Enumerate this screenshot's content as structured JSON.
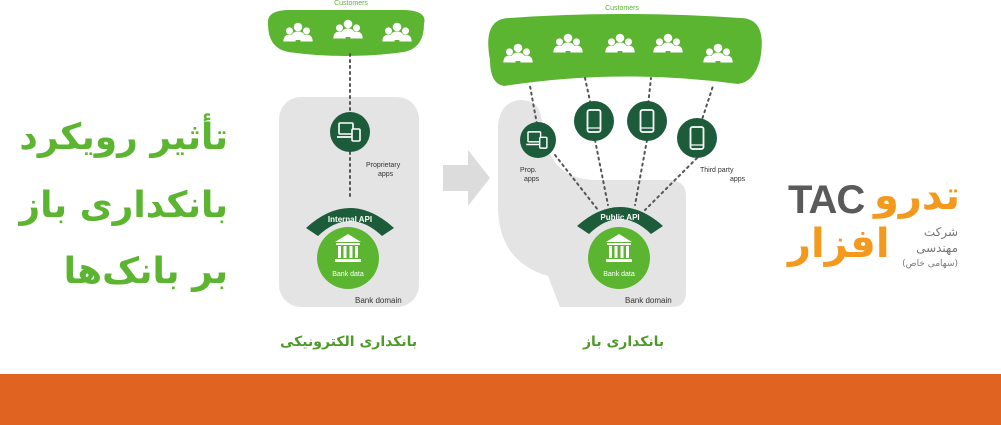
{
  "title_lines": [
    "تأثیر رویکرد",
    "بانکداری باز",
    "بر بانک‌ها"
  ],
  "left_diagram": {
    "customers_label": "Customers",
    "app_label": [
      "Proprietary",
      "apps"
    ],
    "api_label": "Internal API",
    "bank_label": "Bank data",
    "domain_label": "Bank domain",
    "caption": "بانکداری الکترونیکی"
  },
  "right_diagram": {
    "customers_label": "Customers",
    "prop_label": [
      "Prop.",
      "apps"
    ],
    "third_label": [
      "Third party",
      "apps"
    ],
    "api_label": "Public API",
    "bank_label": "Bank data",
    "domain_label": "Bank domain",
    "caption": "بانکداری باز"
  },
  "logo": {
    "latin": "TAC",
    "persian_top": "تدرو",
    "persian_bottom": "افزار",
    "sub_line1": "شرکت",
    "sub_line2": "مهندسی",
    "sub_line3": "(سهامی خاص)"
  },
  "icons": {
    "customers": "people-group-icon",
    "apps": "computer-phone-icon",
    "phone": "smartphone-icon",
    "bank": "bank-building-icon",
    "arrow": "right-arrow-icon"
  },
  "colors": {
    "green": "#5bb531",
    "dark_green": "#1d5c3a",
    "domain_gray": "#e4e4e4",
    "arrow_gray": "#dcdcdc",
    "orange_bar": "#e06322",
    "logo_orange": "#f39a1e",
    "logo_gray": "#5a5a5a"
  }
}
